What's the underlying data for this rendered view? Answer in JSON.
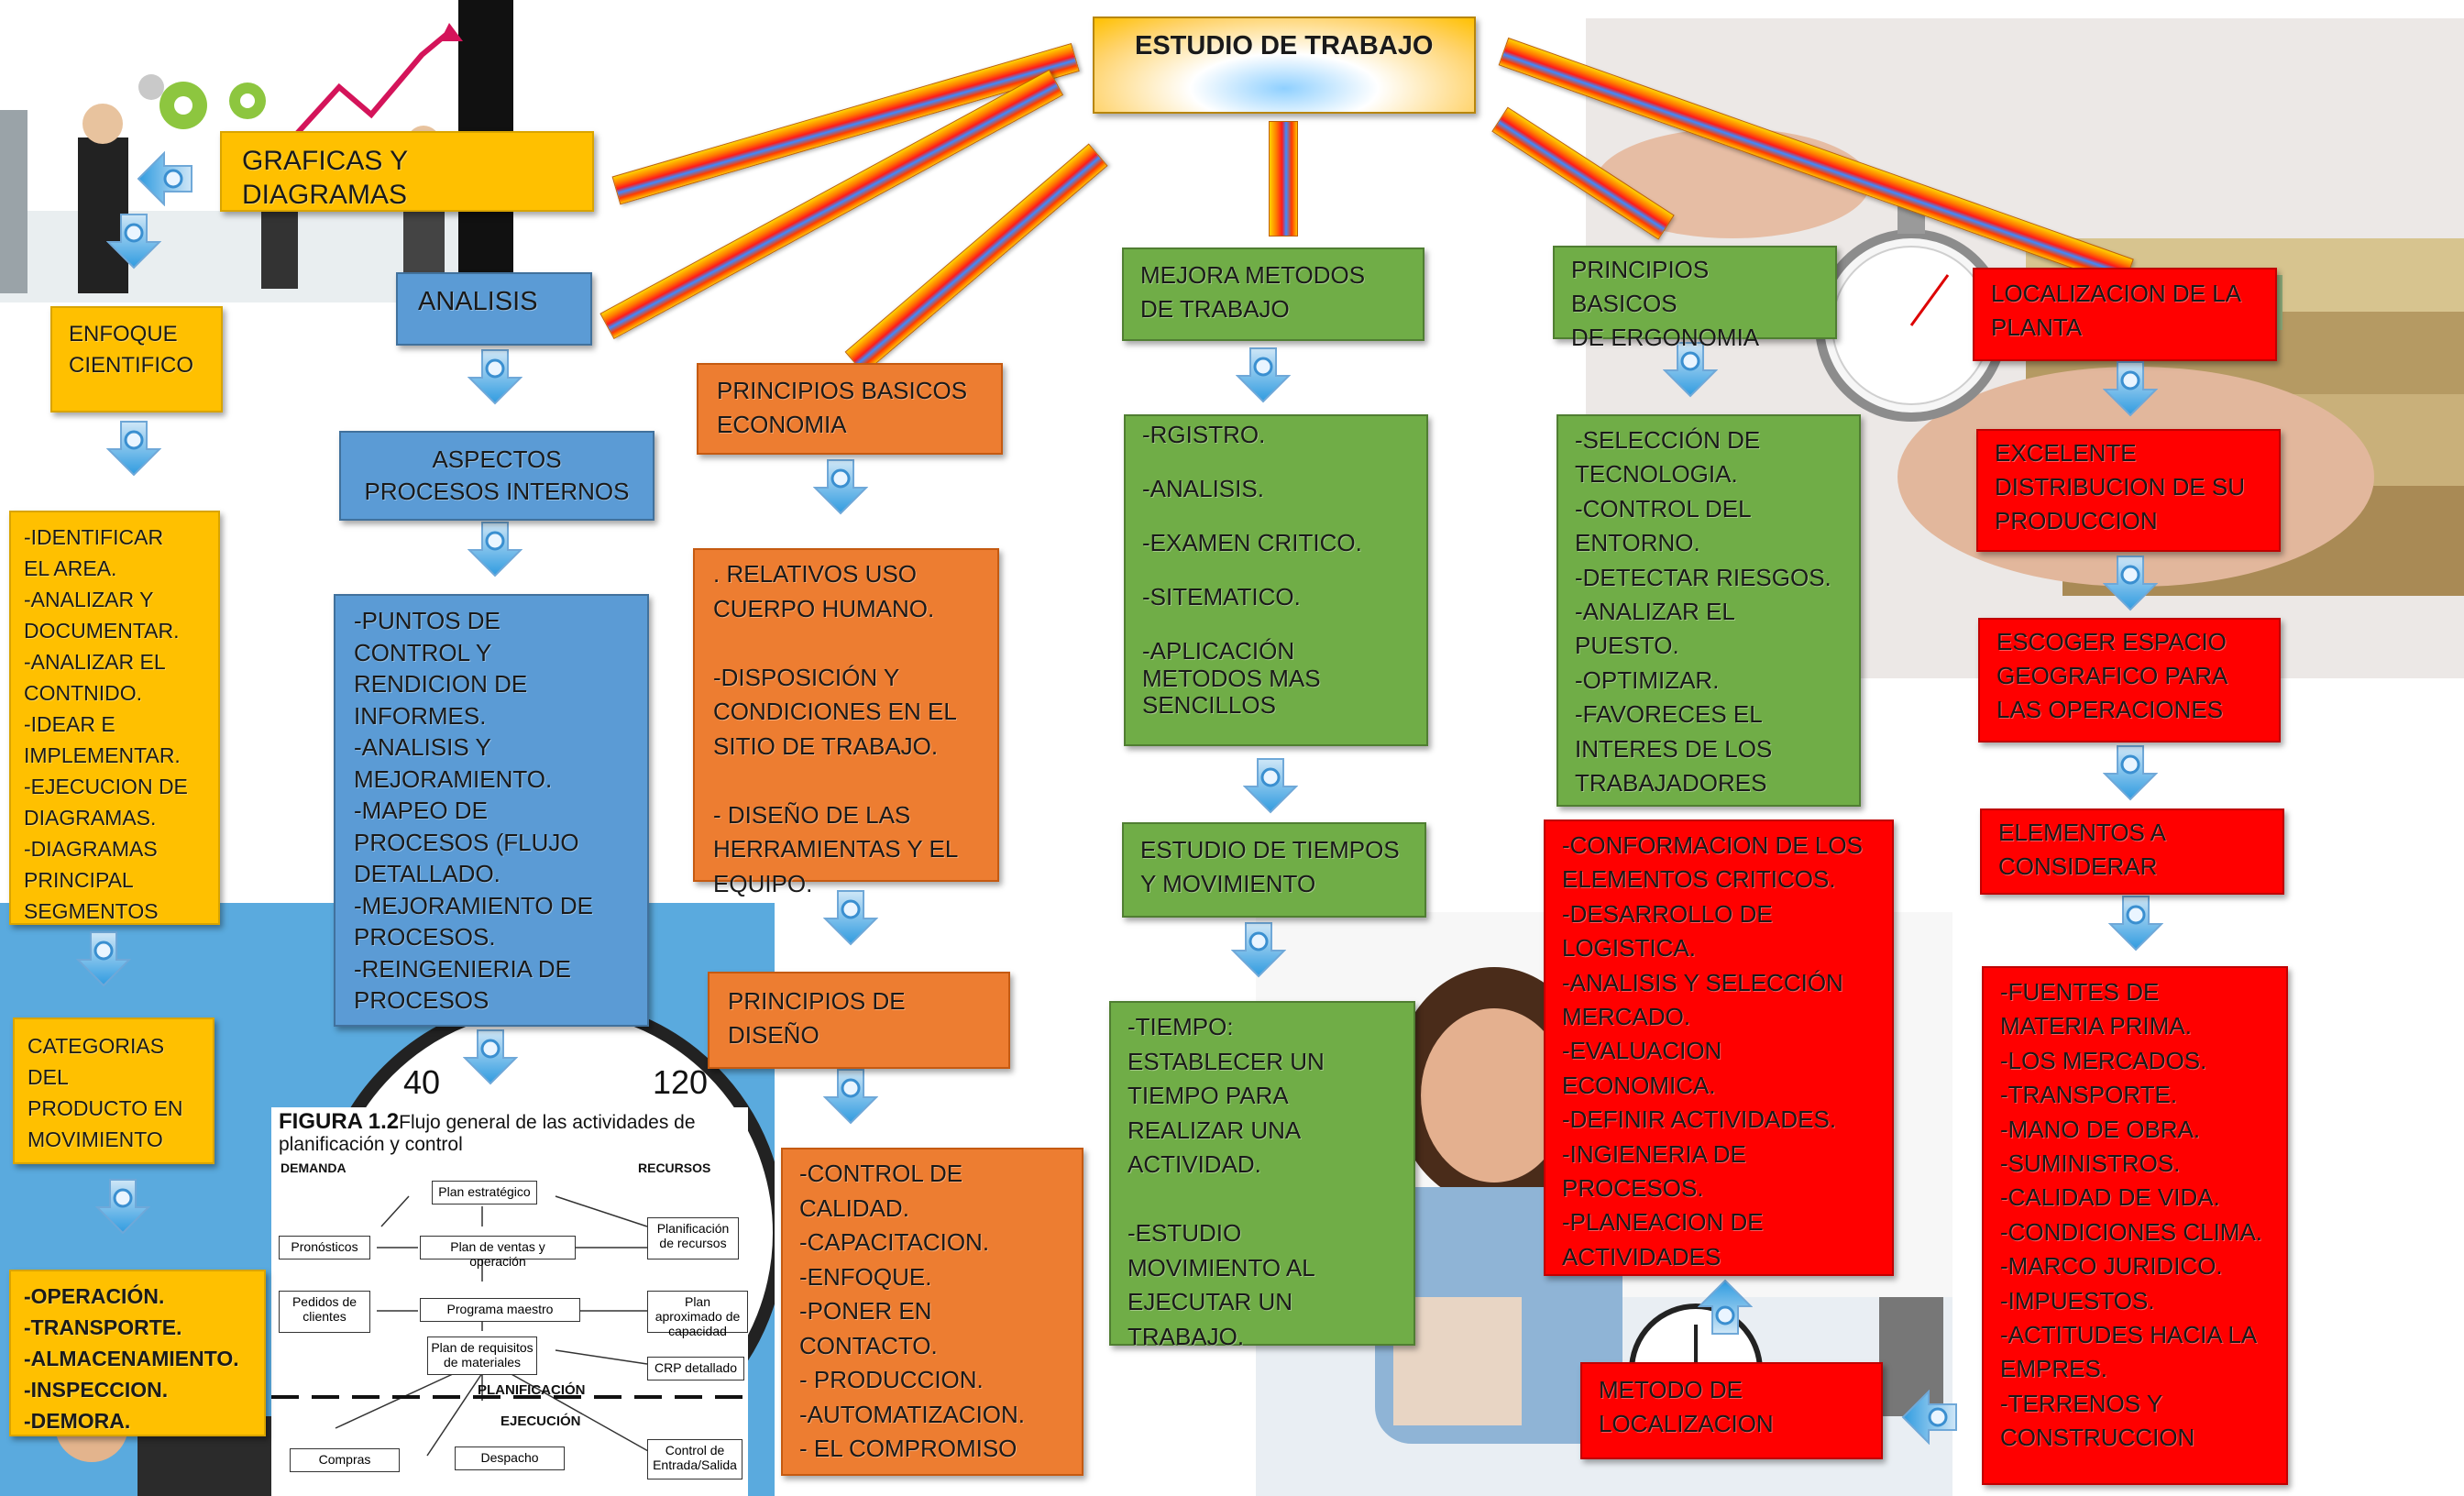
{
  "root": {
    "title": "ESTUDIO DE TRABAJO"
  },
  "col1": {
    "header": "GRAFICAS Y DIAGRAMAS",
    "box1": "ENFOQUE\nCIENTIFICO",
    "box2": "-IDENTIFICAR\nEL AREA.\n-ANALIZAR Y\nDOCUMENTAR.\n-ANALIZAR EL\nCONTNIDO.\n-IDEAR E\nIMPLEMENTAR.\n-EJECUCION DE\nDIAGRAMAS.\n-DIAGRAMAS\nPRINCIPAL\nSEGMENTOS",
    "box3": "CATEGORIAS\nDEL\nPRODUCTO EN\nMOVIMIENTO",
    "box4": "-OPERACIÓN.\n-TRANSPORTE.\n-ALMACENAMIENTO.\n-INSPECCION.\n-DEMORA."
  },
  "col2": {
    "header": "ANALISIS",
    "box1": "ASPECTOS\nPROCESOS INTERNOS",
    "box2": "-PUNTOS DE\nCONTROL Y\nRENDICION DE\nINFORMES.\n-ANALISIS Y\nMEJORAMIENTO.\n-MAPEO DE\nPROCESOS (FLUJO\nDETALLADO.\n-MEJORAMIENTO DE\nPROCESOS.\n-REINGENIERIA DE\nPROCESOS"
  },
  "col3": {
    "header": "PRINCIPIOS BASICOS\nECONOMIA",
    "box1": ". RELATIVOS USO\nCUERPO HUMANO.\n\n-DISPOSICIÓN Y\nCONDICIONES EN EL\nSITIO DE TRABAJO.\n\n- DISEÑO DE LAS\nHERRAMIENTAS Y EL\nEQUIPO.",
    "box2": "PRINCIPIOS DE\nDISEÑO",
    "box3": "-CONTROL DE\nCALIDAD.\n-CAPACITACION.\n-ENFOQUE.\n-PONER EN\nCONTACTO.\n- PRODUCCION.\n-AUTOMATIZACION.\n- EL COMPROMISO"
  },
  "col4": {
    "header": "MEJORA METODOS\nDE TRABAJO",
    "box1": "-RGISTRO.\n\n-ANALISIS.\n\n-EXAMEN CRITICO.\n\n-SITEMATICO.\n\n-APLICACIÓN\nMETODOS MAS\nSENCILLOS",
    "box2": "ESTUDIO DE TIEMPOS\nY MOVIMIENTO",
    "box3": "-TIEMPO:\nESTABLECER UN\nTIEMPO PARA\nREALIZAR UNA\nACTIVIDAD.\n\n-ESTUDIO\nMOVIMIENTO AL\nEJECUTAR UN\nTRABAJO."
  },
  "col5": {
    "header": "PRINCIPIOS BASICOS\nDE ERGONOMIA",
    "box1": "-SELECCIÓN DE\nTECNOLOGIA.\n-CONTROL DEL\nENTORNO.\n-DETECTAR RIESGOS.\n-ANALIZAR EL\nPUESTO.\n-OPTIMIZAR.\n-FAVORECES EL\nINTERES DE LOS\nTRABAJADORES",
    "box2": "-CONFORMACION DE LOS\nELEMENTOS CRITICOS.\n-DESARROLLO DE\nLOGISTICA.\n-ANALISIS Y SELECCIÓN\nMERCADO.\n-EVALUACION\nECONOMICA.\n-DEFINIR ACTIVIDADES.\n-INGIENERIA DE\nPROCESOS.\n-PLANEACION DE\nACTIVIDADES",
    "box3": "METODO DE\nLOCALIZACION"
  },
  "col6": {
    "header": "LOCALIZACION DE LA\nPLANTA",
    "box1": "EXCELENTE\nDISTRIBUCION DE SU\nPRODUCCION",
    "box2": "ESCOGER ESPACIO\nGEOGRAFICO PARA\nLAS OPERACIONES",
    "box3": "ELEMENTOS A\nCONSIDERAR",
    "box4": "-FUENTES DE\nMATERIA PRIMA.\n-LOS MERCADOS.\n-TRANSPORTE.\n-MANO DE OBRA.\n-SUMINISTROS.\n-CALIDAD DE VIDA.\n-CONDICIONES CLIMA.\n-MARCO JURIDICO.\n-IMPUESTOS.\n-ACTITUDES HACIA LA\nEMPRES.\n-TERRENOS Y\nCONSTRUCCION"
  },
  "figure": {
    "title_bold": "FIGURA 1.2",
    "title_rest": "Flujo general de las actividades de planificación y control",
    "demanda": "DEMANDA",
    "recursos": "RECURSOS",
    "plan_estrategico": "Plan estratégico",
    "pronosticos": "Pronósticos",
    "plan_ventas": "Plan de ventas y operación",
    "plan_recursos": "Planificación de recursos",
    "pedidos": "Pedidos de clientes",
    "programa_maestro": "Programa maestro",
    "plan_aprox": "Plan aproximado de capacidad",
    "plan_requisitos": "Plan de requisitos de materiales",
    "crp": "CRP detallado",
    "planificacion": "PLANIFICACIÓN",
    "ejecucion": "EJECUCIÓN",
    "compras": "Compras",
    "despacho": "Despacho",
    "control": "Control de Entrada/Salida"
  },
  "clock": {
    "left_num": "40",
    "right_num": "120"
  },
  "colors": {
    "yellow": "#ffc000",
    "blue": "#5b9bd5",
    "orange": "#ed7d31",
    "green": "#70ad47",
    "red": "#ff0000"
  }
}
